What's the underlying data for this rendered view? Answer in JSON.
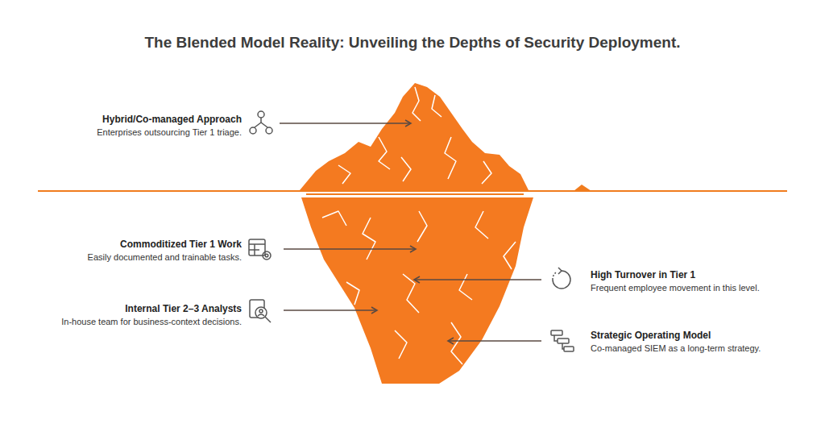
{
  "diagram": {
    "title": "The Blended Model Reality: Unveiling the Depths of Security Deployment.",
    "labels": [
      "Hybrid/Co-managed Approach",
      "Enterprises outsourcing Tier 1 triage.",
      "Commoditized Tier 1 Work",
      "Easily documented and trainable tasks.",
      "High Turnover in Tier 1",
      "Frequent employee movement in this level.",
      "Internal Tier 2–3 Analysts",
      "In-house team for business-context decisions.",
      "Strategic Operating Model",
      "Co-managed SIEM as a long-term strategy."
    ]
  }
}
